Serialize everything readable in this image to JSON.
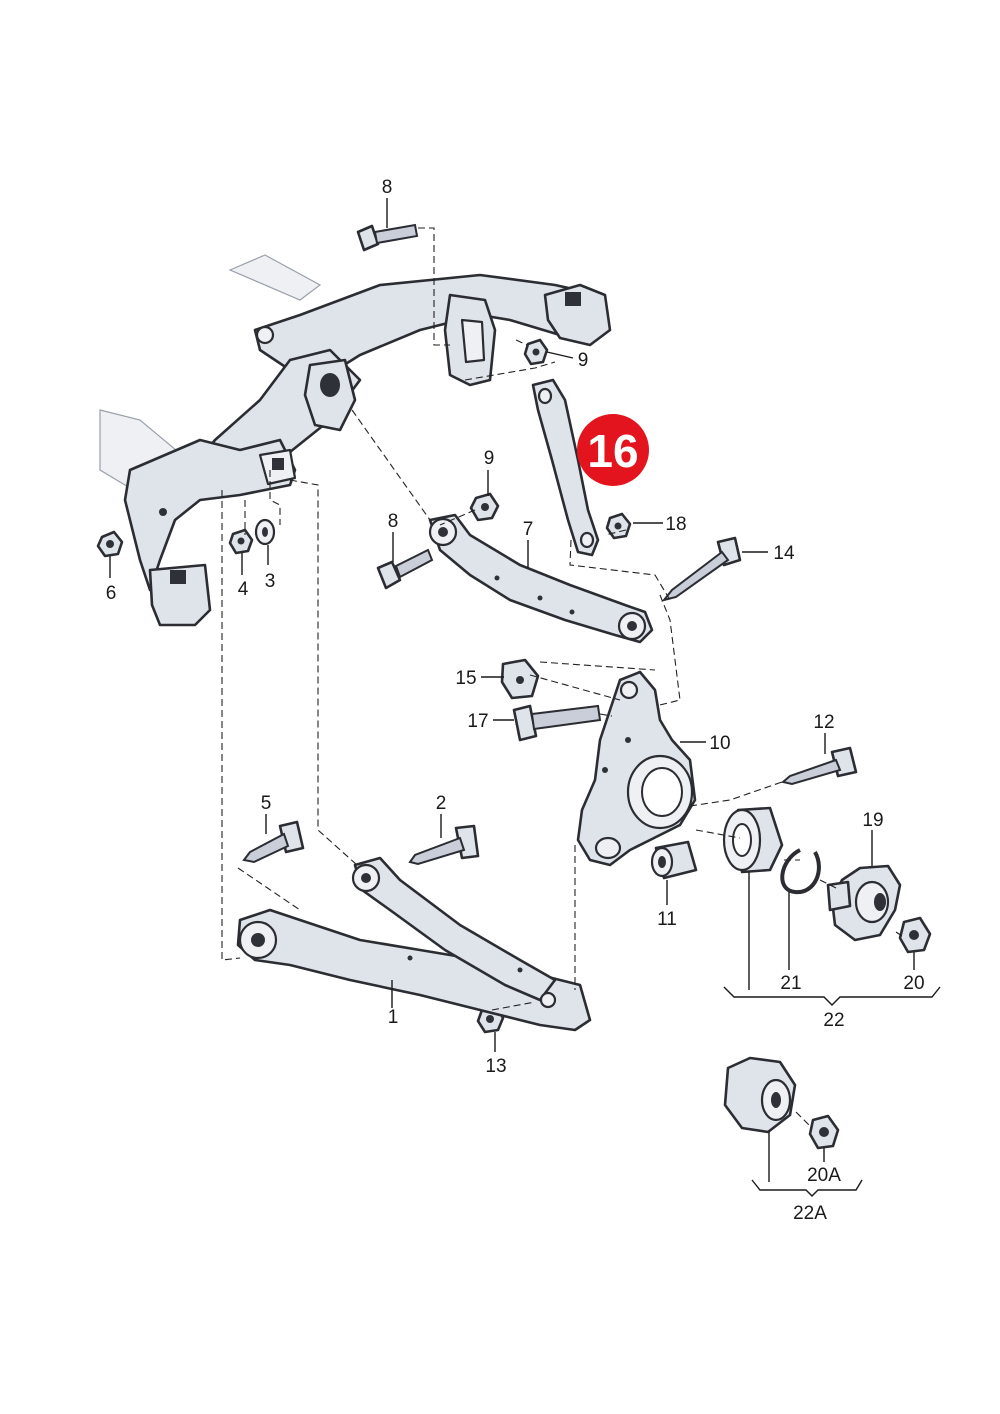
{
  "highlight": {
    "label": "16",
    "color": "#e3141d"
  },
  "labels": {
    "l8a": "8",
    "l9a": "9",
    "l16": "16",
    "l9b": "9",
    "l18": "18",
    "l8b": "8",
    "l7": "7",
    "l14": "14",
    "l6": "6",
    "l4": "4",
    "l3": "3",
    "l15": "15",
    "l17": "17",
    "l10": "10",
    "l12": "12",
    "l5": "5",
    "l2": "2",
    "l19": "19",
    "l11": "11",
    "l21": "21",
    "l20": "20",
    "l22": "22",
    "l1": "1",
    "l13": "13",
    "l20A": "20A",
    "l22A": "22A"
  },
  "colors": {
    "part_fill": "#dfe3ea",
    "outline": "#2b2d33",
    "highlight": "#e3141d"
  }
}
